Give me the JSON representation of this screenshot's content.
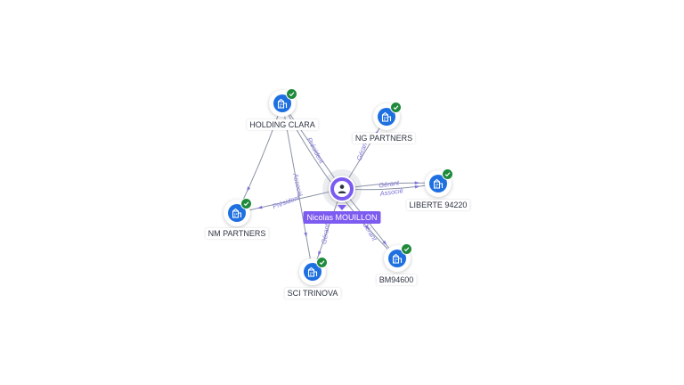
{
  "center": {
    "name": "Nicolas MOUILLON",
    "icon": "person-icon",
    "color": "#7c5bf0"
  },
  "companies": [
    {
      "id": "holding-clara",
      "label": "HOLDING CLARA",
      "icon": "building-icon",
      "verified": true
    },
    {
      "id": "ng-partners",
      "label": "NG PARTNERS",
      "icon": "building-icon",
      "verified": true
    },
    {
      "id": "liberte-94220",
      "label": "LIBERTE 94220",
      "icon": "building-icon",
      "verified": true
    },
    {
      "id": "bm94600",
      "label": "BM94600",
      "icon": "building-icon",
      "verified": true
    },
    {
      "id": "sci-trinova",
      "label": "SCI TRINOVA",
      "icon": "building-icon",
      "verified": true
    },
    {
      "id": "nm-partners",
      "label": "NM PARTNERS",
      "icon": "building-icon",
      "verified": true
    }
  ],
  "edges": [
    {
      "from": "center",
      "to": "holding-clara",
      "label": "Président"
    },
    {
      "from": "center",
      "to": "ng-partners",
      "label": "Gérant"
    },
    {
      "from": "center",
      "to": "liberte-94220",
      "label": "Gérant"
    },
    {
      "from": "center",
      "to": "liberte-94220",
      "label": "Associé"
    },
    {
      "from": "center",
      "to": "bm94600",
      "label": "Gérant"
    },
    {
      "from": "center",
      "to": "sci-trinova",
      "label": "Gérant"
    },
    {
      "from": "center",
      "to": "nm-partners",
      "label": "Président"
    },
    {
      "from": "holding-clara",
      "to": "nm-partners",
      "label": "Associé"
    },
    {
      "from": "holding-clara",
      "to": "sci-trinova",
      "label": ""
    },
    {
      "from": "holding-clara",
      "to": "bm94600",
      "label": ""
    }
  ],
  "colors": {
    "node": "#1e6fe0",
    "badge": "#1f8a3b",
    "edge": "#8a93a6",
    "edge_label": "#7b72d6"
  }
}
